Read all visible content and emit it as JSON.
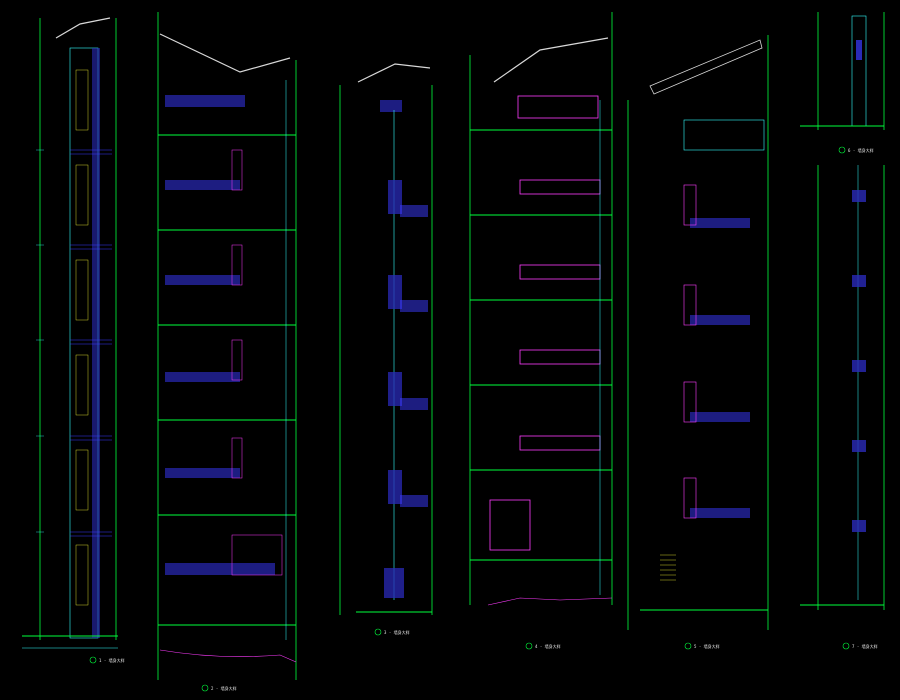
{
  "colors": {
    "background": "#000000",
    "wall": "#2a2ab8",
    "hatch": "#3b3bff",
    "axis": "#00ff3c",
    "dim": "#33ffff",
    "detail": "#ff3bff",
    "annotation": "#ffffff",
    "roof": "#d8d8d8",
    "window": "#ffff33"
  },
  "sections": [
    {
      "id": "section-1",
      "title": "1 - 墙身大样"
    },
    {
      "id": "section-2",
      "title": "2 - 墙身大样"
    },
    {
      "id": "section-3",
      "title": "3 - 墙身大样"
    },
    {
      "id": "section-4",
      "title": "4 - 墙身大样"
    },
    {
      "id": "section-5",
      "title": "5 - 墙身大样"
    },
    {
      "id": "section-6",
      "title": "6 - 墙身大样"
    },
    {
      "id": "section-7",
      "title": "7 - 墙身大样"
    }
  ]
}
